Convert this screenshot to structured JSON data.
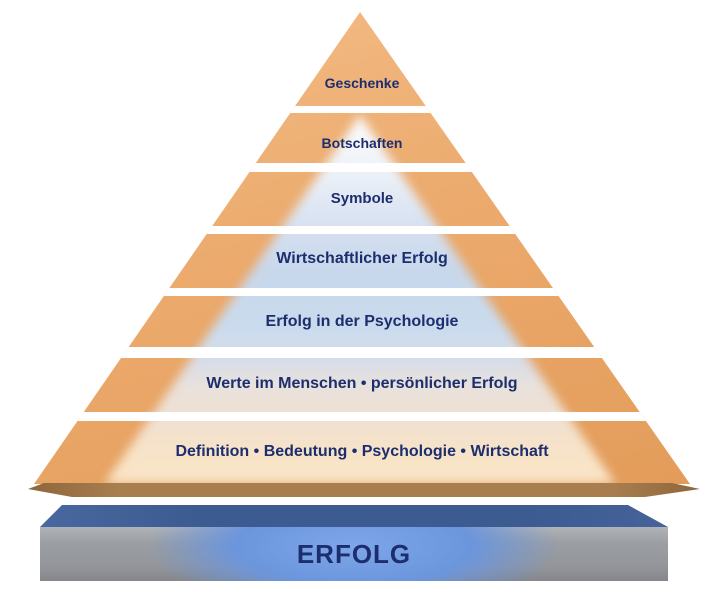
{
  "pyramid": {
    "levels": [
      {
        "label": "Geschenke"
      },
      {
        "label": "Botschaften"
      },
      {
        "label": "Symbole"
      },
      {
        "label": "Wirtschaftlicher Erfolg"
      },
      {
        "label": "Erfolg in der Psychologie"
      },
      {
        "label": "Werte im Menschen • persönlicher Erfolg"
      },
      {
        "label": "Definition • Bedeutung • Psychologie • Wirtschaft"
      }
    ],
    "base_label": "ERFOLG"
  },
  "colors": {
    "orange": "#ecab6e",
    "orange-light": "#f3bd87",
    "orange-dark": "#e39c5a",
    "navy": "#1c2e6d",
    "bevel-brown": "#a87e4f",
    "bevel-brown-dark": "#8a6338",
    "slab-top-blue": "#3b5b91",
    "slab-gray": "#9b9ea3",
    "slab-blue": "#6c96dc",
    "inner-white": "#fcfcfe",
    "inner-blue": "#c7d7eb",
    "inner-beige": "#e8e1dc",
    "inner-peach": "#f9e4c4"
  }
}
